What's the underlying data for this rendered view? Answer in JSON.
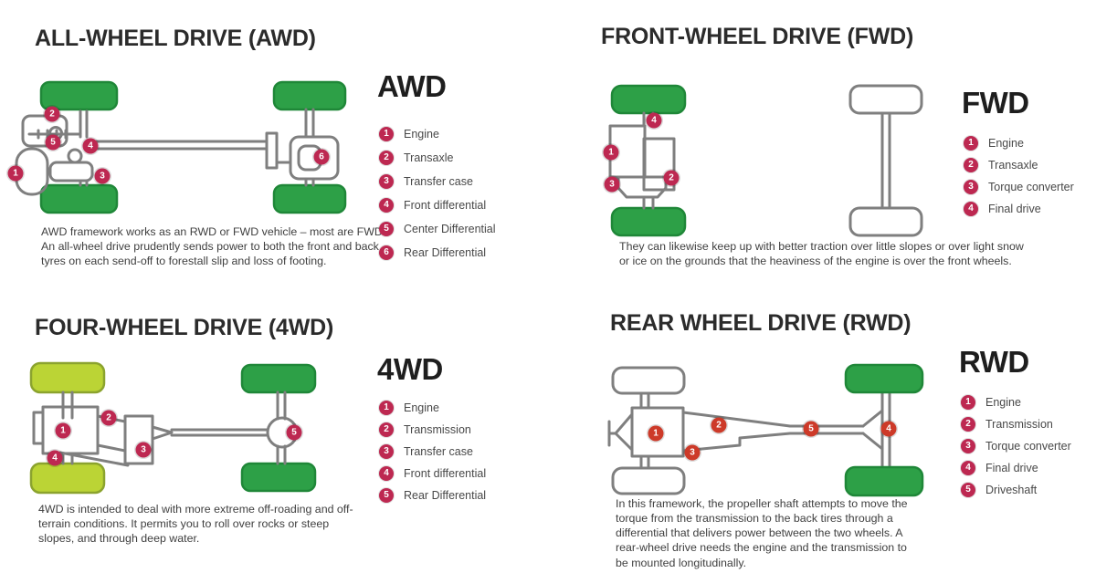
{
  "colors": {
    "wheel_green": "#2da047",
    "wheel_green_edge": "#1f8738",
    "wheel_lime": "#bbd435",
    "wheel_lime_edge": "#8ba32e",
    "outline_gray": "#7f7f7f",
    "badge_crimson": "#bd2851",
    "badge_red": "#cd3a29",
    "title_text": "#2b2b2b",
    "body_text": "#3f3f3f"
  },
  "quadrants": {
    "awd": {
      "title": "ALL-WHEEL DRIVE (AWD)",
      "legend_title": "AWD",
      "legend": [
        {
          "num": "1",
          "label": "Engine"
        },
        {
          "num": "2",
          "label": "Transaxle"
        },
        {
          "num": "3",
          "label": "Transfer case"
        },
        {
          "num": "4",
          "label": "Front differential"
        },
        {
          "num": "5",
          "label": "Center Differential"
        },
        {
          "num": "6",
          "label": "Rear Differential"
        }
      ],
      "badges": [
        "1",
        "2",
        "3",
        "4",
        "5",
        "6"
      ],
      "description": "AWD framework works as an RWD or FWD vehicle – most are FWD. An all-wheel drive prudently sends power to both the front and back tyres on each send-off to forestall slip and loss of footing."
    },
    "fwd": {
      "title": "FRONT-WHEEL DRIVE (FWD)",
      "legend_title": "FWD",
      "legend": [
        {
          "num": "1",
          "label": "Engine"
        },
        {
          "num": "2",
          "label": "Transaxle"
        },
        {
          "num": "3",
          "label": "Torque converter"
        },
        {
          "num": "4",
          "label": "Final drive"
        }
      ],
      "badges": [
        "1",
        "2",
        "3",
        "4"
      ],
      "description": "They can likewise keep up with better traction over little slopes or over light snow or ice on the grounds that the heaviness of the engine is over the front wheels."
    },
    "fourwd": {
      "title": "FOUR-WHEEL DRIVE (4WD)",
      "legend_title": "4WD",
      "legend": [
        {
          "num": "1",
          "label": "Engine"
        },
        {
          "num": "2",
          "label": "Transmission"
        },
        {
          "num": "3",
          "label": "Transfer case"
        },
        {
          "num": "4",
          "label": "Front differential"
        },
        {
          "num": "5",
          "label": "Rear Differential"
        }
      ],
      "badges": [
        "1",
        "2",
        "3",
        "4",
        "5"
      ],
      "description": "4WD is intended to deal with more extreme off-roading and off-terrain conditions. It permits you to roll over rocks or steep slopes, and through deep water."
    },
    "rwd": {
      "title": "REAR WHEEL DRIVE (RWD)",
      "legend_title": "RWD",
      "legend": [
        {
          "num": "1",
          "label": "Engine"
        },
        {
          "num": "2",
          "label": "Transmission"
        },
        {
          "num": "3",
          "label": "Torque converter"
        },
        {
          "num": "4",
          "label": "Final drive"
        },
        {
          "num": "5",
          "label": "Driveshaft"
        }
      ],
      "badges": [
        "1",
        "2",
        "3",
        "4",
        "5"
      ],
      "description": "In this framework, the propeller shaft attempts to move the torque from the transmission to the back tires through a differential that delivers power between the two wheels. A rear-wheel drive needs the engine and the transmission to be mounted longitudinally."
    }
  }
}
